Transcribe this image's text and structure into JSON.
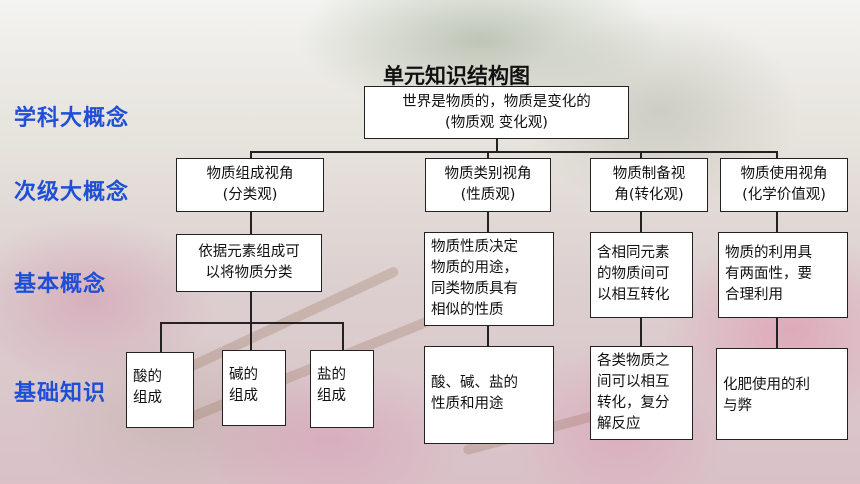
{
  "title": "单元知识结构图",
  "levels": [
    "学科大概念",
    "次级大概念",
    "基本概念",
    "基础知识"
  ],
  "root": {
    "line1": "世界是物质的，物质是变化的",
    "line2": "(物质观  变化观)"
  },
  "perspectives": [
    {
      "line1": "物质组成视角",
      "line2": "(分类观)"
    },
    {
      "line1": "物质类别视角",
      "line2": "(性质观)"
    },
    {
      "line1": "物质制备视",
      "line2": "角(转化观)"
    },
    {
      "line1": "物质使用视角",
      "line2": "(化学价值观)"
    }
  ],
  "concepts": [
    {
      "line1": "依据元素组成可",
      "line2": "以将物质分类"
    },
    {
      "line1": "物质性质决定",
      "line2": "物质的用途，",
      "line3": "同类物质具有",
      "line4": "相似的性质"
    },
    {
      "line1": "含相同元素",
      "line2": "的物质间可",
      "line3": "以相互转化"
    },
    {
      "line1": "物质的利用具",
      "line2": "有两面性，要",
      "line3": "合理利用"
    }
  ],
  "knowledge": {
    "acid": {
      "line1": "酸的",
      "line2": "组成"
    },
    "base": {
      "line1": "碱的",
      "line2": "组成"
    },
    "salt": {
      "line1": "盐的",
      "line2": "组成"
    },
    "properties": {
      "line1": "酸、碱、盐的",
      "line2": "性质和用途"
    },
    "reactions": {
      "line1": "各类物质之",
      "line2": "间可以相互",
      "line3": "转化，复分",
      "line4": "解反应"
    },
    "fertilizer": {
      "line1": "化肥使用的利",
      "line2": "与弊"
    }
  }
}
